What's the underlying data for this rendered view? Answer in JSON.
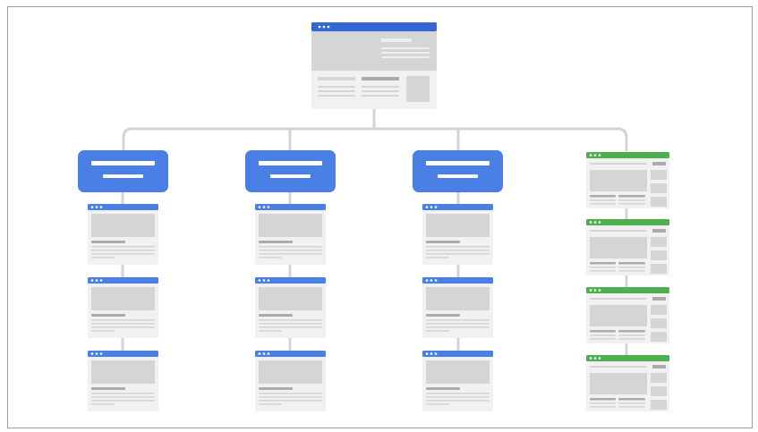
{
  "colors": {
    "blue_accent": "#4a7fe6",
    "blue_dark": "#3367d6",
    "green_accent": "#4caf50",
    "page_bg": "#f1f1f1",
    "placeholder": "#d4d5d6",
    "placeholder_dark": "#a9abad",
    "line": "#d2d4d6",
    "frame_border": "#9e9e9e"
  },
  "diagram": {
    "root": {
      "kind": "landing-page-mockup",
      "icon": "window-dots-icon"
    },
    "branches": [
      {
        "kind": "category-hub",
        "color": "blue",
        "children": 3
      },
      {
        "kind": "category-hub",
        "color": "blue",
        "children": 3
      },
      {
        "kind": "category-hub",
        "color": "blue",
        "children": 3
      },
      {
        "kind": "article-list",
        "color": "green",
        "children": 4
      }
    ]
  }
}
